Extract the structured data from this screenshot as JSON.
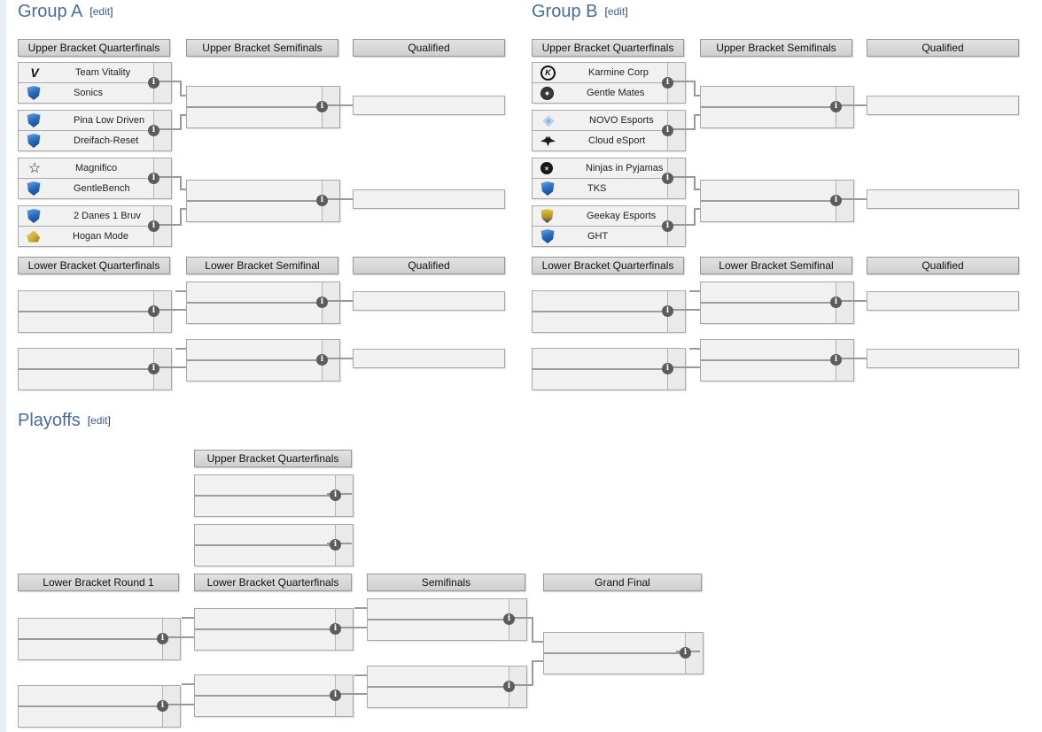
{
  "ui": {
    "info_glyph": "i",
    "bracket_open": "[",
    "edit_label": "edit",
    "bracket_close": "]"
  },
  "groups": [
    {
      "title": "Group A",
      "upper_headers": [
        "Upper Bracket Quarterfinals",
        "Upper Bracket Semifinals",
        "Qualified"
      ],
      "lower_headers": [
        "Lower Bracket Quarterfinals",
        "Lower Bracket Semifinal",
        "Qualified"
      ],
      "matches": [
        {
          "top": {
            "name": "Team Vitality",
            "icon": "vitality"
          },
          "bottom": {
            "name": "Sonics",
            "icon": "rl-shield"
          }
        },
        {
          "top": {
            "name": "Pina Low Driven",
            "icon": "rl-shield"
          },
          "bottom": {
            "name": "Dreifach-Reset",
            "icon": "rl-shield"
          }
        },
        {
          "top": {
            "name": "Magnifico",
            "icon": "magnifico-star"
          },
          "bottom": {
            "name": "GentleBench",
            "icon": "rl-shield"
          }
        },
        {
          "top": {
            "name": "2 Danes 1 Bruv",
            "icon": "rl-shield"
          },
          "bottom": {
            "name": "Hogan Mode",
            "icon": "gold-nugget"
          }
        }
      ]
    },
    {
      "title": "Group B",
      "upper_headers": [
        "Upper Bracket Quarterfinals",
        "Upper Bracket Semifinals",
        "Qualified"
      ],
      "lower_headers": [
        "Lower Bracket Quarterfinals",
        "Lower Bracket Semifinal",
        "Qualified"
      ],
      "matches": [
        {
          "top": {
            "name": "Karmine Corp",
            "icon": "karmine-k"
          },
          "bottom": {
            "name": "Gentle Mates",
            "icon": "gentle-mates"
          }
        },
        {
          "top": {
            "name": "NOVO Esports",
            "icon": "novo-cube"
          },
          "bottom": {
            "name": "Cloud eSport",
            "icon": "cloud-eagle"
          }
        },
        {
          "top": {
            "name": "Ninjas in Pyjamas",
            "icon": "nip-shuriken"
          },
          "bottom": {
            "name": "TKS",
            "icon": "rl-shield"
          }
        },
        {
          "top": {
            "name": "Geekay Esports",
            "icon": "geekay-shield"
          },
          "bottom": {
            "name": "GHT",
            "icon": "rl-shield"
          }
        }
      ]
    }
  ],
  "playoffs": {
    "title": "Playoffs",
    "upper_header": "Upper Bracket Quarterfinals",
    "lower_headers": [
      "Lower Bracket Round 1",
      "Lower Bracket Quarterfinals",
      "Semifinals",
      "Grand Final"
    ]
  },
  "colors": {
    "heading_blue": "#4a6b9b",
    "link_blue": "#3b5fa0",
    "connector_gray": "#999999"
  }
}
